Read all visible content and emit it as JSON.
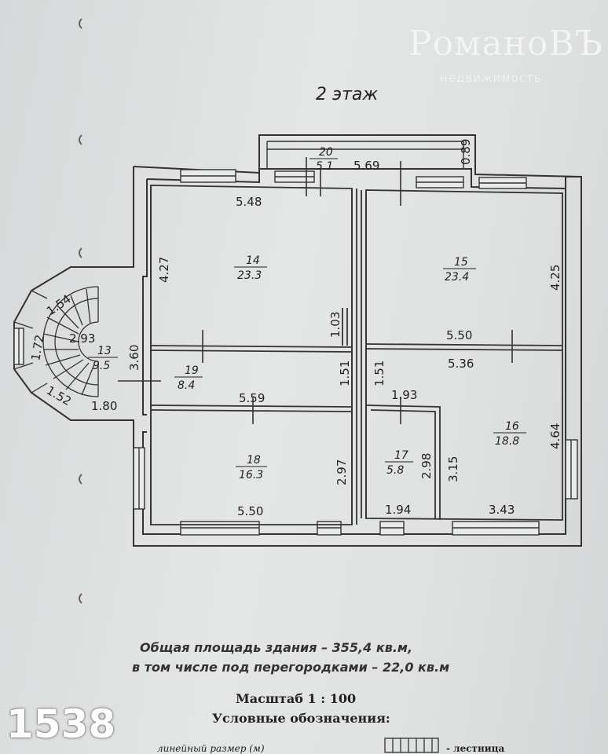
{
  "plan": {
    "floor_title": "2 этаж",
    "watermark": {
      "brand": "РоманоВЪ",
      "subtitle": "недвижимость"
    },
    "rooms": [
      {
        "number": "14",
        "area": "23.3"
      },
      {
        "number": "15",
        "area": "23.4"
      },
      {
        "number": "13",
        "area": "9.5"
      },
      {
        "number": "19",
        "area": "8.4"
      },
      {
        "number": "16",
        "area": "18.8"
      },
      {
        "number": "18",
        "area": "16.3"
      },
      {
        "number": "17",
        "area": "5.8"
      },
      {
        "number": "20",
        "area": "5.1"
      }
    ],
    "dimensions": {
      "balcony_width": "5.69",
      "balcony_depth": "0.89",
      "room14_width": "5.48",
      "room14_height": "4.27",
      "room14_partition": "1.03",
      "room15_height": "4.25",
      "room15_width": "5.50",
      "room16_width": "5.36",
      "room16_height": "4.64",
      "hall_height_left": "1.51",
      "hall_height_right": "1.51",
      "hall_width": "5.59",
      "stair_width": "2.93",
      "stair_height": "3.60",
      "stair_a": "1.54",
      "stair_b": "1.72",
      "stair_c": "1.52",
      "stair_d": "1.80",
      "room17_width": "1.93",
      "room17_height": "2.98",
      "room17_bottom": "1.94",
      "room16_partition": "3.15",
      "room16_bottom": "3.43",
      "room18_height": "2.97",
      "room18_width": "5.50"
    },
    "total_area_line1": "Общая площадь здания – 355,4 кв.м,",
    "total_area_line2": "в том числе под перегородками – 22,0 кв.м",
    "scale": "Масштаб 1 : 100",
    "legend_title": "Условные обозначения:",
    "legend_linear": "линейный размер (м)",
    "legend_stairs": "- лестница"
  },
  "listing_code": "1538"
}
